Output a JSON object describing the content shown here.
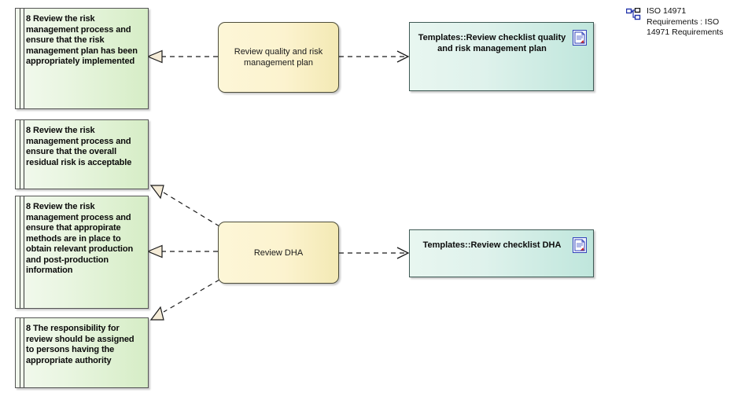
{
  "diagram": {
    "legend": {
      "icon": "diagram-hierarchy-icon",
      "lines": [
        "ISO 14971",
        "Requirements : ISO",
        "14971 Requirements"
      ],
      "full_text": "ISO 14971 Requirements : ISO 14971 Requirements"
    },
    "colors": {
      "requirement_fill_light": "#f2f9ee",
      "requirement_fill_dark": "#d6edc6",
      "requirement_border": "#555555",
      "activity_fill_light": "#fdf6d7",
      "activity_fill_dark": "#f3e9b4",
      "activity_border": "#4d4d3a",
      "artifact_fill_light": "#e8f6f0",
      "artifact_fill_dark": "#bfe6dc",
      "artifact_border": "#3f5a55",
      "connector": "#1a1a1a",
      "arrowhead_fill": "#f5ecd8",
      "legend_icon_blue": "#2233aa",
      "doc_icon_accent": "#cc2222"
    },
    "requirements": [
      {
        "id": "req-risk-plan-implemented",
        "text": "8 Review the risk management process and ensure that the risk management plan has been appropriately implemented"
      },
      {
        "id": "req-residual-risk-acceptable",
        "text": "8 Review the risk management process and ensure that the overall residual risk is acceptable"
      },
      {
        "id": "req-production-information",
        "text": "8 Review the risk management process and ensure that appropirate methods are in place to obtain relevant production and post-production information"
      },
      {
        "id": "req-review-responsibility",
        "text": "8 The responsibility for review should be assigned to persons having the appropriate authority"
      }
    ],
    "activities": [
      {
        "id": "activity-review-quality-plan",
        "label": "Review quality and risk management plan"
      },
      {
        "id": "activity-review-dha",
        "label": "Review DHA"
      }
    ],
    "artifacts": [
      {
        "id": "artifact-checklist-quality-plan",
        "label": "Templates::Review checklist quality and risk management plan",
        "icon": "document-icon"
      },
      {
        "id": "artifact-checklist-dha",
        "label": "Templates::Review checklist DHA",
        "icon": "document-icon"
      }
    ],
    "connectors": [
      {
        "id": "conn-quality-plan-to-req1",
        "from": "activity-review-quality-plan",
        "to": "req-risk-plan-implemented",
        "style": "dashed",
        "arrowhead": "hollow-triangle"
      },
      {
        "id": "conn-quality-plan-to-checklist",
        "from": "activity-review-quality-plan",
        "to": "artifact-checklist-quality-plan",
        "style": "dashed",
        "arrowhead": "open"
      },
      {
        "id": "conn-dha-to-req2",
        "from": "activity-review-dha",
        "to": "req-residual-risk-acceptable",
        "style": "dashed",
        "arrowhead": "hollow-triangle"
      },
      {
        "id": "conn-dha-to-req3",
        "from": "activity-review-dha",
        "to": "req-production-information",
        "style": "dashed",
        "arrowhead": "hollow-triangle"
      },
      {
        "id": "conn-dha-to-req4",
        "from": "activity-review-dha",
        "to": "req-review-responsibility",
        "style": "dashed",
        "arrowhead": "hollow-triangle"
      },
      {
        "id": "conn-dha-to-checklist",
        "from": "activity-review-dha",
        "to": "artifact-checklist-dha",
        "style": "dashed",
        "arrowhead": "open"
      }
    ]
  }
}
